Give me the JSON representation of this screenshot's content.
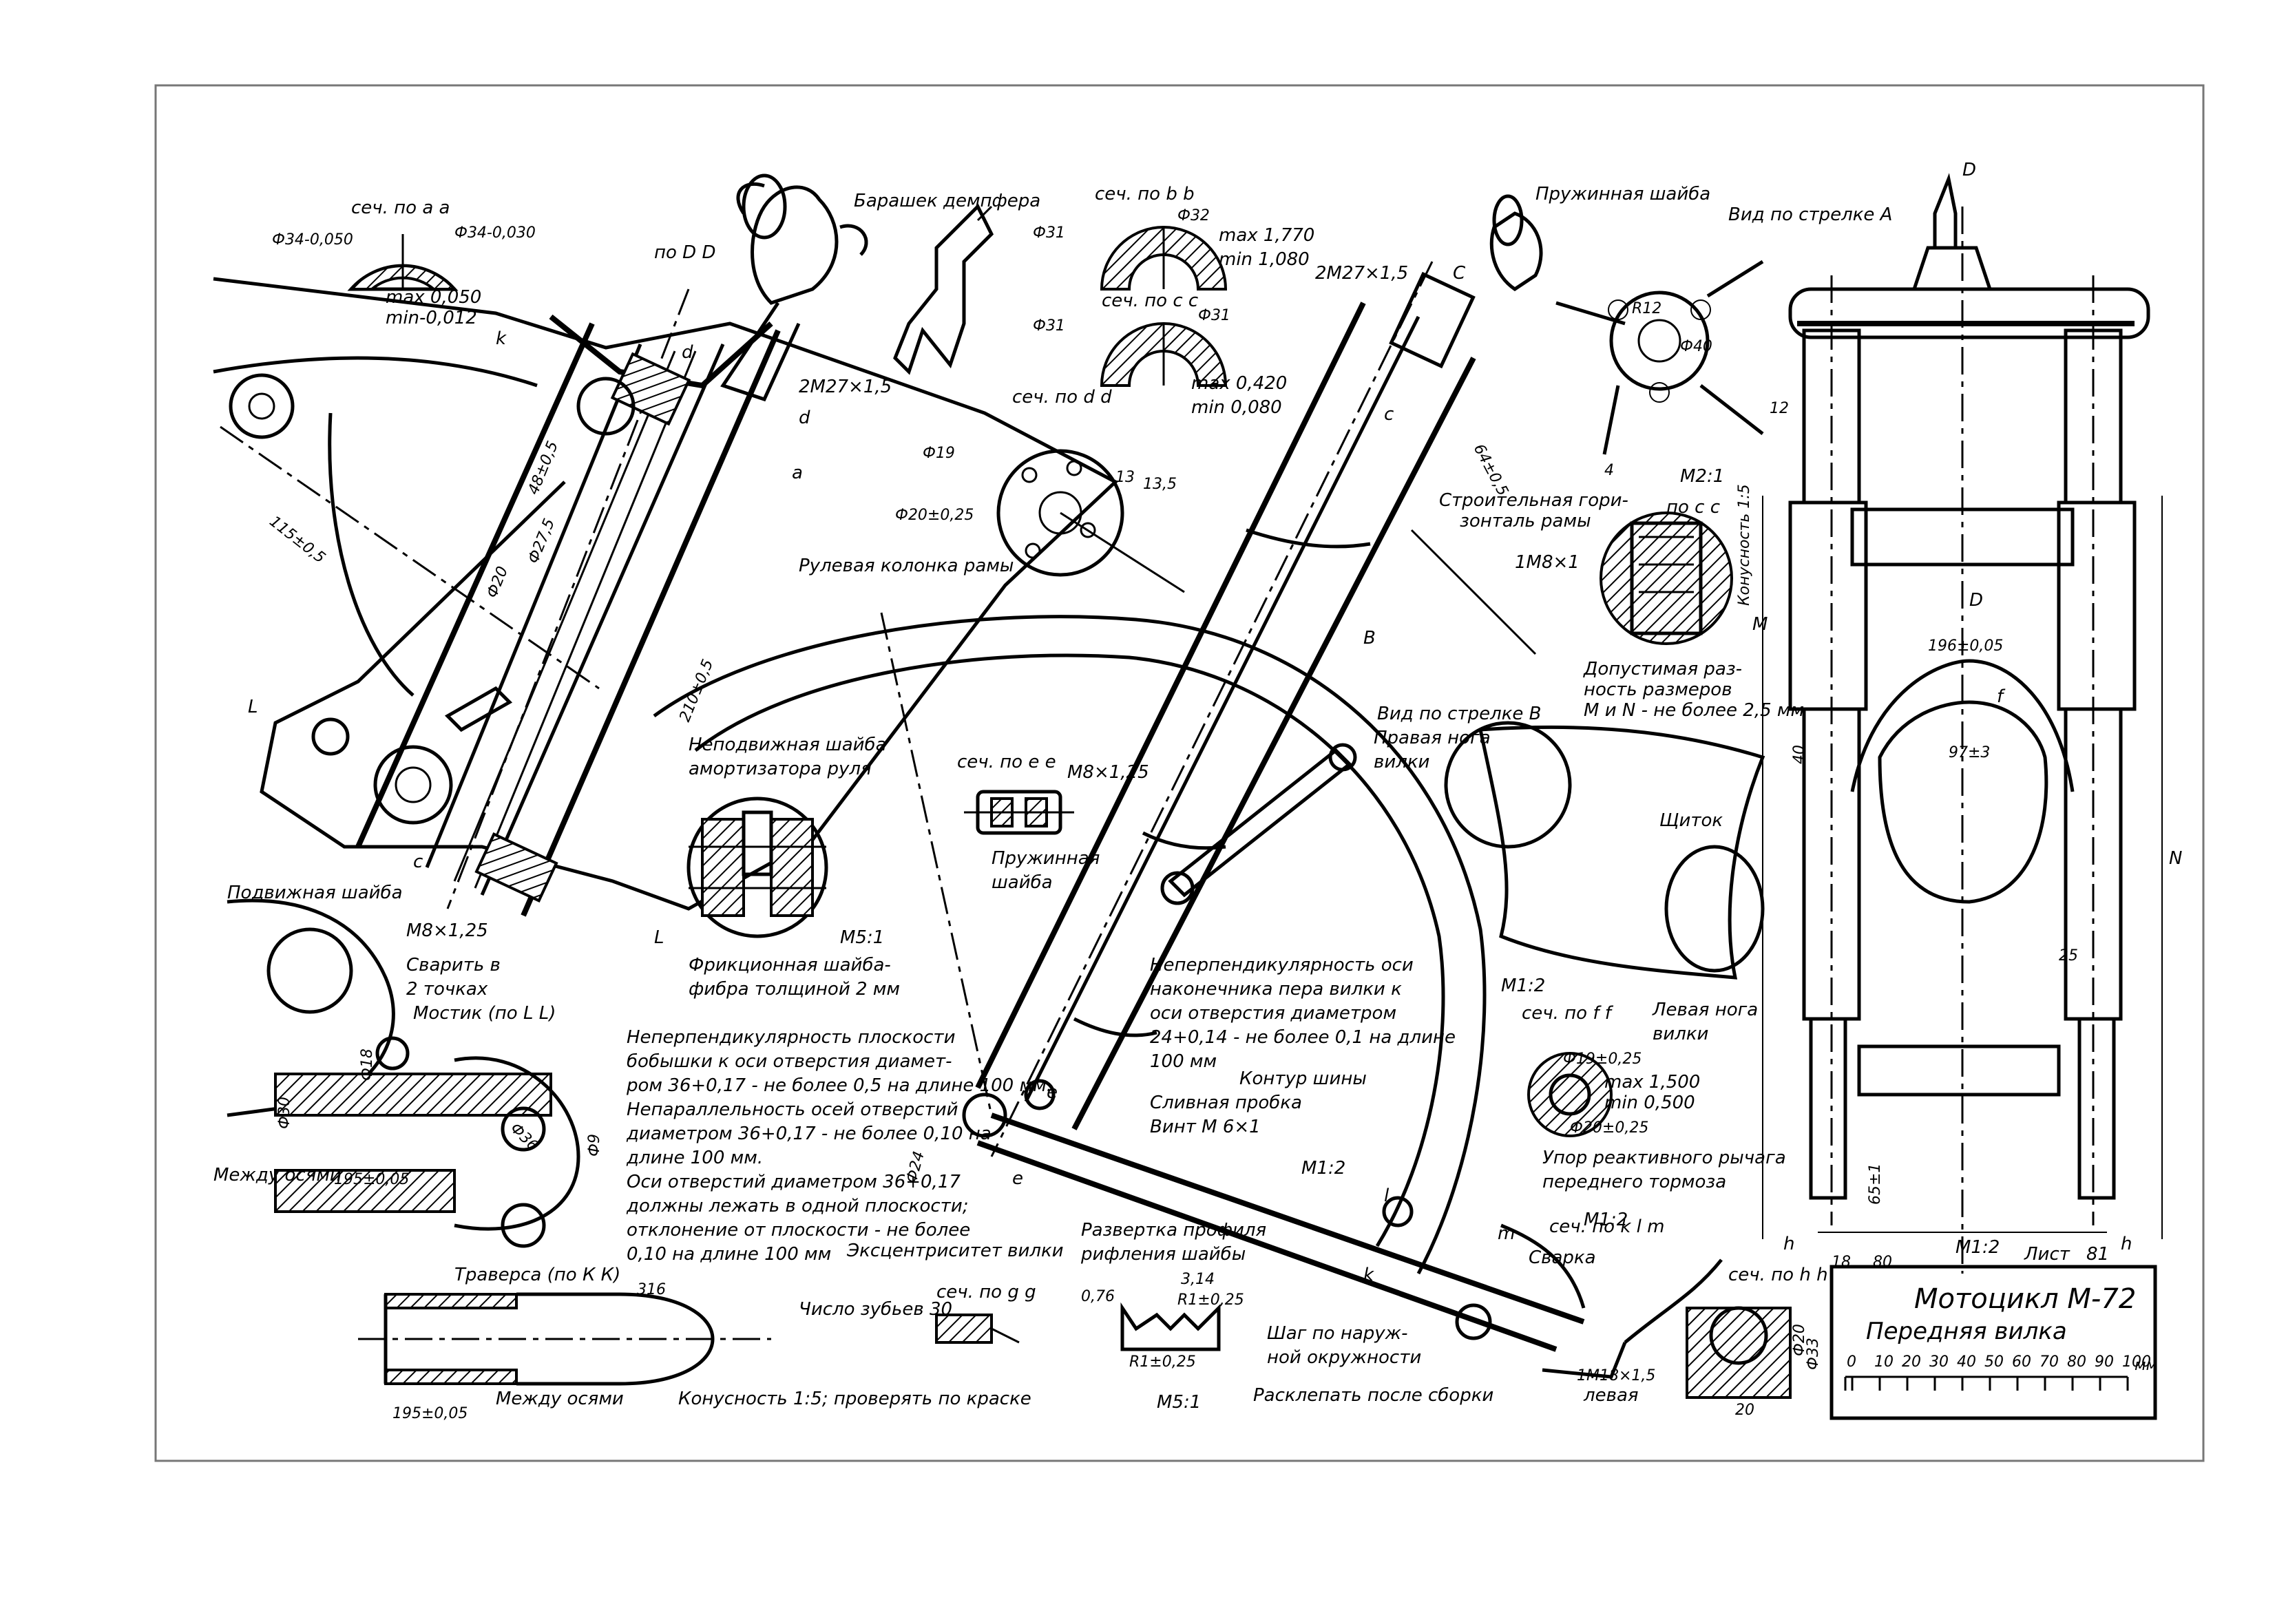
{
  "sheet": {
    "title": "Мотоцикл М-72",
    "subtitle": "Передняя вилка",
    "sheet_label": "Лист",
    "sheet_number": "81",
    "scale_ticks": [
      "0",
      "10",
      "20",
      "30",
      "40",
      "50",
      "60",
      "70",
      "80",
      "90",
      "100"
    ],
    "scale_unit": "мм"
  },
  "labels": {
    "sec_aa": "сеч. по a a",
    "sec_aa_d1": "Ф34-0,050",
    "sec_aa_d2": "Ф34-0,030",
    "sec_aa_max": "max 0,050",
    "sec_aa_min": "min-0,012",
    "po_dd": "по D D",
    "barashek": "Барашек демпфера",
    "sec_bb": "сеч. по b b",
    "sec_bb_d1": "Ф31",
    "sec_bb_d2": "Ф32",
    "sec_bb_max": "max 1,770",
    "sec_bb_min": "min 1,080",
    "sec_cc": "сеч. по c c",
    "sec_cc_d1": "Ф31",
    "sec_cc_d2": "Ф31",
    "sec_cc_max": "max 0,420",
    "sec_cc_min": "min 0,080",
    "sec_dd": "сеч. по d d",
    "phi19": "Ф19",
    "phi20": "Ф20±0,25",
    "dim_13": "13",
    "dim_135": "13,5",
    "m27_left": "2М27×1,5",
    "m27_right": "2М27×1,5",
    "pruzh_shayba_top": "Пружинная шайба",
    "vid_po_strelke_a": "Вид по стрелке А",
    "r12": "R12",
    "phi40": "Ф40",
    "dim_4": "4",
    "dim_12": "12",
    "m2_1": "М2:1",
    "po_cc": "по с с",
    "m8x1": "1М8×1",
    "konusnost": "Конусность 1:5",
    "stroit_gor": "Строительная гори-",
    "stroit_gor2": "зонталь рамы",
    "dim_48": "48±0,5",
    "dim_115": "115±0,5",
    "dim_275": "Ф27,5",
    "dim_20": "Ф20",
    "dim_210": "210±0,5",
    "dim_64": "64±0,5",
    "rulevaya": "Рулевая колонка рамы",
    "neprod_shayba": "Неподвижная шайба",
    "amort_rulya": "амортизатора руля",
    "sec_ee": "сеч. по е е",
    "m8x125_e": "М8×1,25",
    "pruzh_shayba_mid": "Пружинная",
    "pruzh_shayba_mid2": "шайба",
    "m5_1": "М5:1",
    "frik_shayba": "Фрикционная шайба-",
    "frik_shayba2": "фибра толщиной 2 мм",
    "podv_shayba": "Подвижная шайба",
    "m8x125": "М8×1,25",
    "svarit": "Сварить в",
    "svarit2": "2 точках",
    "mostik": "Мостик (по L L)",
    "dim_18": "Ф18",
    "dim_30": "Ф30",
    "dim_36": "Ф36",
    "dim_9": "Ф9",
    "mezhdu_osyami": "Между осями",
    "dim_195": "195±0,05",
    "note_1": "Неперпендикулярность плоскости",
    "note_2": "бобышки к оси отверстия диамет-",
    "note_3": "ром 36+0,17 - не более 0,5 на длине 100 мм.",
    "note_4": "Непараллельность осей отверстий",
    "note_5": "диаметром 36+0,17 - не более 0,10 на",
    "note_6": "длине 100 мм.",
    "note_7": "Оси отверстий диаметром 36+0,17",
    "note_8": "должны лежать в одной плоскости;",
    "note_9": "отклонение от плоскости - не более",
    "note_10": "0,10 на длине 100 мм",
    "vid_po_strelke_b": "Вид по стрелке В",
    "pravaya_noga": "Правая нога",
    "pravaya_noga2": "вилки",
    "shitok": "Щиток",
    "dopusk": "Допустимая раз-",
    "dopusk2": "ность размеров",
    "dopusk3": "М и N - не более 2,5 мм",
    "m1_2_mid": "М1:2",
    "levaya_noga": "Левая нога",
    "levaya_noga2": "вилки",
    "neperp_osi": "Неперпендикулярность оси",
    "neperp_osi2": "наконечника пера вилки к",
    "neperp_osi3": "оси отверстия диаметром",
    "neperp_osi4": "24+0,14 - не более 0,1 на длине",
    "neperp_osi5": "100 мм",
    "kontur_shiny": "Контур шины",
    "slivnaya": "Сливная пробка",
    "slivnaya2": "Винт М 6×1",
    "m1_2_fork": "М1:2",
    "sec_ff": "сеч. по f f",
    "sec_ff_d1": "Ф19±0,25",
    "sec_ff_max": "max 1,500",
    "sec_ff_min": "min 0,500",
    "sec_ff_d2": "Ф20±0,25",
    "upor": "Упор реактивного рычага",
    "upor2": "переднего тормоза",
    "dim_24": "Ф24",
    "razvertka": "Развертка профиля",
    "razvertka2": "рифления шайбы",
    "ekscentr": "Эксцентриситет вилки",
    "chislo_zubev": "Число зубьев 30",
    "sec_gg": "сеч. по g g",
    "traversa": "Траверса   (по К К)",
    "dim_316": "316",
    "dim_195b": "195±0,05",
    "mezhdu_osyami2": "Между осями",
    "konus_15": "Конусность 1:5; проверять по краске",
    "dim_076": "0,76",
    "dim_314": "3,14",
    "r1_025a": "R1±0,25",
    "r1_025b": "R1±0,25",
    "m5_1b": "М5:1",
    "shag": "Шаг по наруж-",
    "shag2": "ной окружности",
    "rasklepat": "Расклепать после сборки",
    "sec_klm": "сеч. по k l m",
    "svarka": "Сварка",
    "m18x15": "1М18×1,5",
    "levaya": "левая",
    "sec_hh": "сеч. по h h",
    "dim_20b": "20",
    "dim_33": "Ф33",
    "dim_20c": "Ф20",
    "dim_196": "196±0,05",
    "dim_97": "97±3",
    "dim_40": "40",
    "dim_25": "25",
    "dim_65": "65±1",
    "dim_18b": "18",
    "dim_80": "80",
    "m1_2_right": "М1:2",
    "letter_M": "М",
    "letter_N": "N",
    "letter_D": "D",
    "letter_h": "h",
    "letter_f": "f",
    "letter_a": "a",
    "letter_c": "c",
    "letter_d": "d",
    "letter_k": "k",
    "letter_L": "L",
    "letter_e": "e",
    "letter_l": "l",
    "letter_m": "m",
    "letter_B": "B",
    "letter_C": "C",
    "m1_2_low": "М1:2"
  }
}
